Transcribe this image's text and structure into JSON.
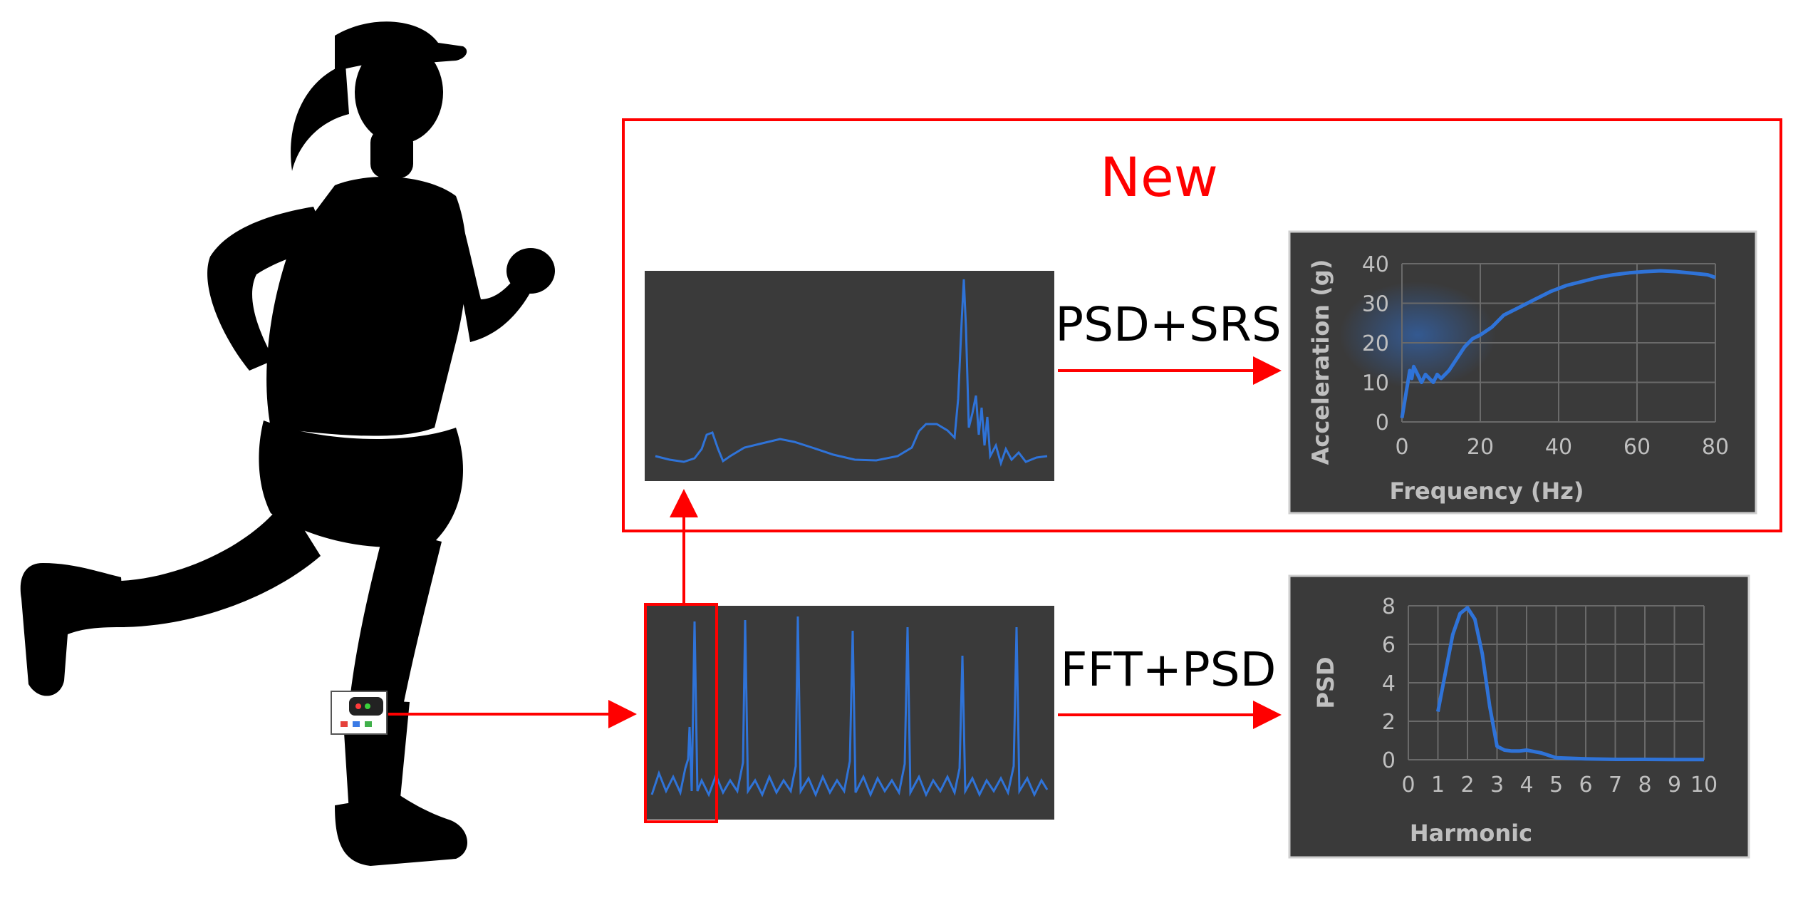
{
  "colors": {
    "accent": "#ff0000",
    "panel_bg": "#3a3a3a",
    "signal": "#2f73d8",
    "silhouette": "#000000"
  },
  "new_box": {
    "label": "New"
  },
  "arrows": {
    "top": {
      "label": "PSD+SRS"
    },
    "bottom": {
      "label": "FFT+PSD"
    }
  },
  "icons": {
    "runner": "runner-silhouette-icon",
    "sensor": "wearable-sensor-icon"
  },
  "chart_data": [
    {
      "id": "srs",
      "type": "line",
      "xlabel": "Frequency (Hz)",
      "ylabel": "Acceleration (g)",
      "xlim": [
        0,
        80
      ],
      "ylim": [
        0,
        40
      ],
      "xticks": [
        0,
        20,
        40,
        60,
        80
      ],
      "yticks": [
        0,
        10,
        20,
        30,
        40
      ],
      "grid": true,
      "series": [
        {
          "x": [
            0,
            0.5,
            1,
            1.5,
            2,
            2.5,
            3,
            4,
            5,
            6,
            7,
            8,
            9,
            10,
            12,
            14,
            16,
            18,
            20,
            23,
            26,
            30,
            34,
            38,
            42,
            46,
            50,
            54,
            58,
            62,
            66,
            70,
            74,
            78,
            80
          ],
          "values": [
            1,
            4,
            7,
            10,
            13,
            11,
            14,
            12,
            10,
            12,
            11,
            10,
            12,
            11,
            13,
            16,
            19,
            21,
            22,
            24,
            27,
            29,
            31,
            33,
            34.5,
            35.5,
            36.5,
            37.2,
            37.7,
            38,
            38.2,
            38,
            37.6,
            37.2,
            36.5
          ]
        }
      ]
    },
    {
      "id": "harmonic",
      "type": "line",
      "xlabel": "Harmonic",
      "ylabel": "PSD",
      "xlim": [
        0,
        10
      ],
      "ylim": [
        0,
        8
      ],
      "xticks": [
        0,
        1,
        2,
        3,
        4,
        5,
        6,
        7,
        8,
        9,
        10
      ],
      "yticks": [
        0,
        2,
        4,
        6,
        8
      ],
      "grid": true,
      "series": [
        {
          "x": [
            1,
            1.25,
            1.5,
            1.75,
            2,
            2.25,
            2.5,
            2.75,
            3,
            3.25,
            3.5,
            3.75,
            4,
            4.5,
            5,
            6,
            7,
            8,
            9,
            10
          ],
          "values": [
            2.5,
            4.5,
            6.5,
            7.6,
            7.9,
            7.3,
            5.5,
            2.8,
            0.7,
            0.5,
            0.45,
            0.45,
            0.5,
            0.35,
            0.1,
            0.05,
            0.02,
            0.02,
            0.01,
            0.01
          ]
        }
      ]
    }
  ]
}
